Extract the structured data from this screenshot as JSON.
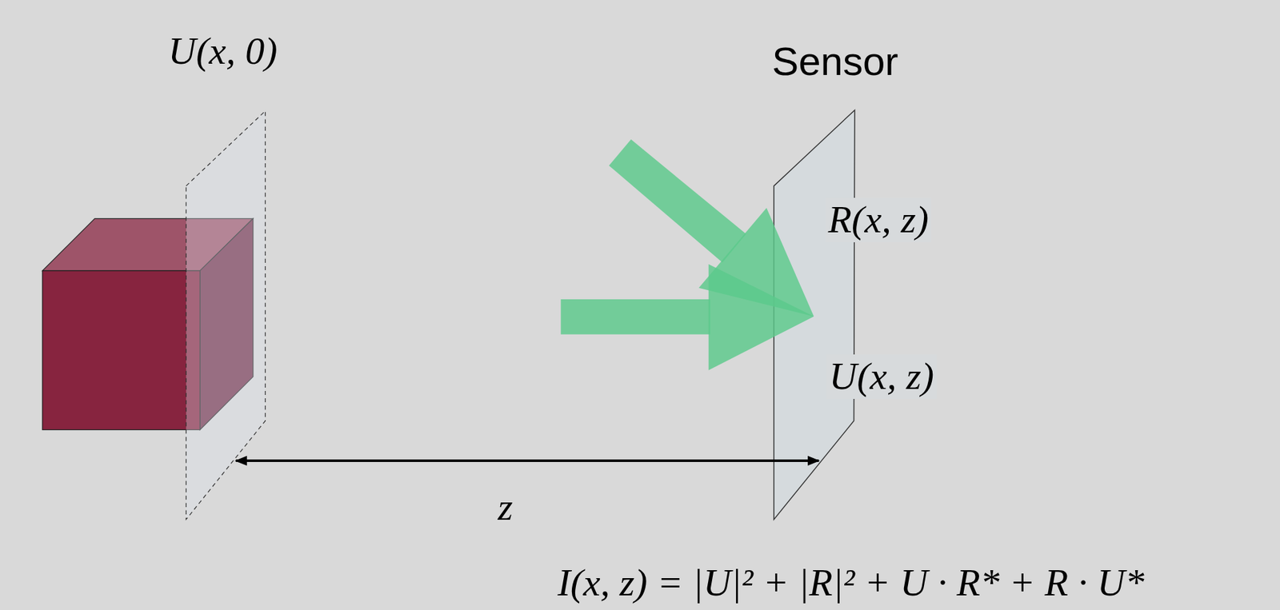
{
  "diagram": {
    "labels": [
      "U(x, 0)",
      "Sensor",
      "R(x, z)",
      "U(x, z)",
      "z",
      "I(x, z) = |U|² + |R|² + U · R* + R · U*"
    ]
  }
}
